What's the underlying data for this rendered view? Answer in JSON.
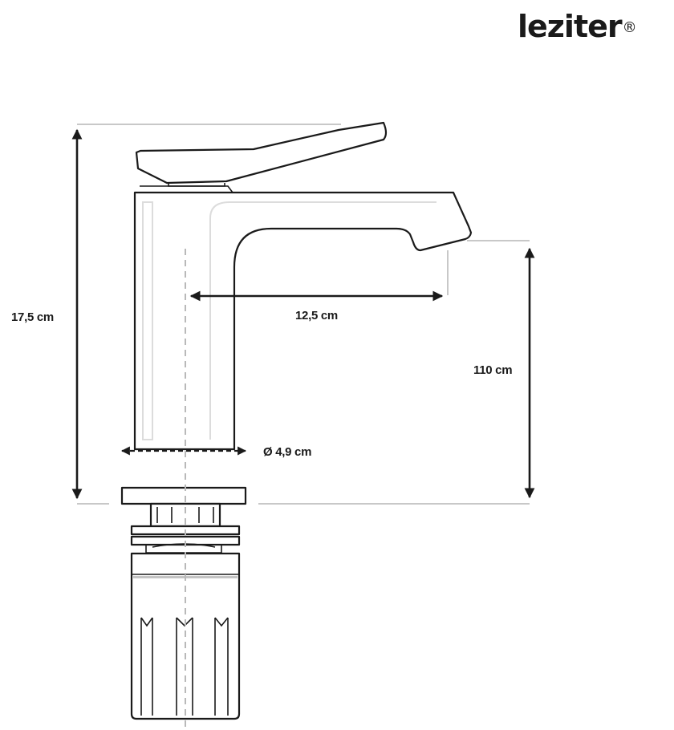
{
  "brand": {
    "name": "leziter",
    "mark": "®"
  },
  "dimensions": {
    "total_height": "17,5 cm",
    "spout_reach": "12,5 cm",
    "spout_height": "110 cm",
    "diameter": "Ø 4,9 cm"
  },
  "colors": {
    "line": "#1a1a1a",
    "extension": "#c8c8c8",
    "centerline": "#b9b9b9"
  }
}
